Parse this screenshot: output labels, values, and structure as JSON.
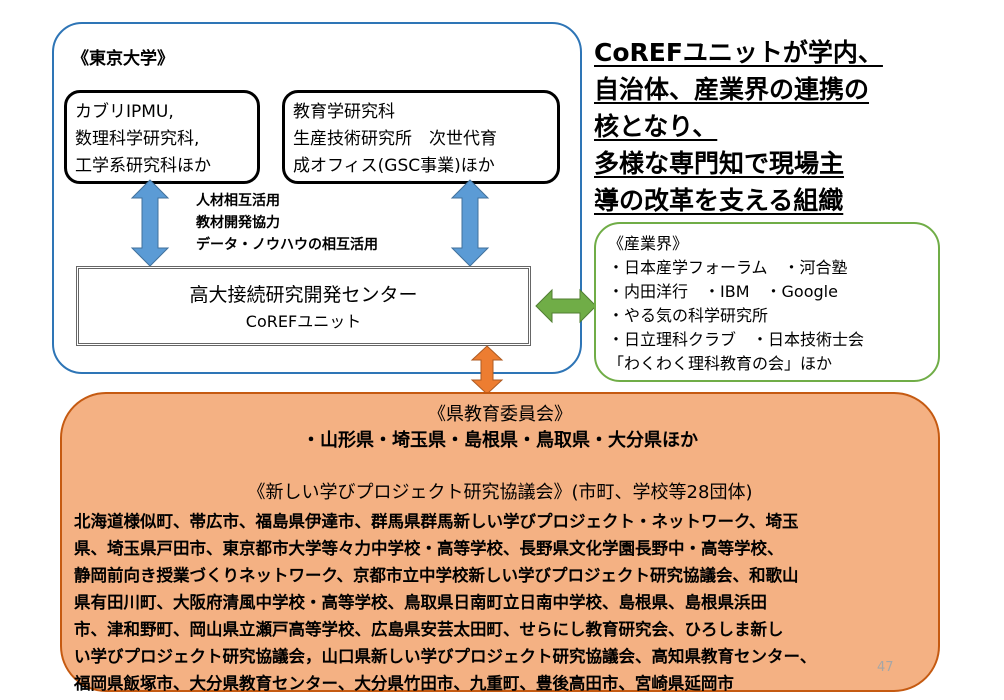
{
  "university": {
    "title": "《東京大学》",
    "box_left": [
      "カブリIPMU,",
      "数理科学研究科,",
      "工学系研究科ほか"
    ],
    "box_right": [
      "教育学研究科",
      "生産技術研究所　次世代育",
      "成オフィス(GSC事業)ほか"
    ],
    "relations": [
      "人材相互活用",
      "教材開発協力",
      "データ・ノウハウの相互活用"
    ],
    "center": {
      "name": "高大接続研究開発センター",
      "unit": "CoREFユニット"
    }
  },
  "headline": [
    "CoREFユニットが学内、",
    "自治体、産業界の連携の",
    "核となり、",
    "多様な専門知で現場主",
    "導の改革を支える組織"
  ],
  "industry": {
    "title": "《産業界》",
    "items": [
      "・日本産学フォーラム　・河合塾",
      "・内田洋行　・IBM　・Google",
      "・やる気の科学研究所",
      "・日立理科クラブ　・日本技術士会",
      "「わくわく理科教育の会」ほか"
    ]
  },
  "prefecture": {
    "title": "《県教育委員会》",
    "list": "・山形県・埼玉県・島根県・鳥取県・大分県ほか"
  },
  "council": {
    "title": "《新しい学びプロジェクト研究協議会》(市町、学校等28団体)",
    "members": [
      "北海道様似町、帯広市、福島県伊達市、群馬県群馬新しい学びプロジェクト・ネットワーク、埼玉",
      "県、埼玉県戸田市、東京都市大学等々力中学校・高等学校、長野県文化学園長野中・高等学校、",
      "静岡前向き授業づくりネットワーク、京都市立中学校新しい学びプロジェクト研究協議会、和歌山",
      "県有田川町、大阪府清風中学校・高等学校、鳥取県日南町立日南中学校、島根県、島根県浜田",
      "市、津和野町、岡山県立瀬戸高等学校、広島県安芸太田町、せらにし教育研究会、ひろしま新し",
      "い学びプロジェクト研究協議会，山口県新しい学びプロジェクト研究協議会、高知県教育センター、",
      "福岡県飯塚市、大分県教育センター、大分県竹田市、九重町、豊後高田市、宮崎県延岡市"
    ]
  },
  "page_number": "47",
  "colors": {
    "blue_arrow": "#5b9bd5",
    "green_arrow": "#70ad47",
    "orange_arrow": "#ed7d31",
    "orange_fill": "#f4b183",
    "university_border": "#2e75b6"
  }
}
